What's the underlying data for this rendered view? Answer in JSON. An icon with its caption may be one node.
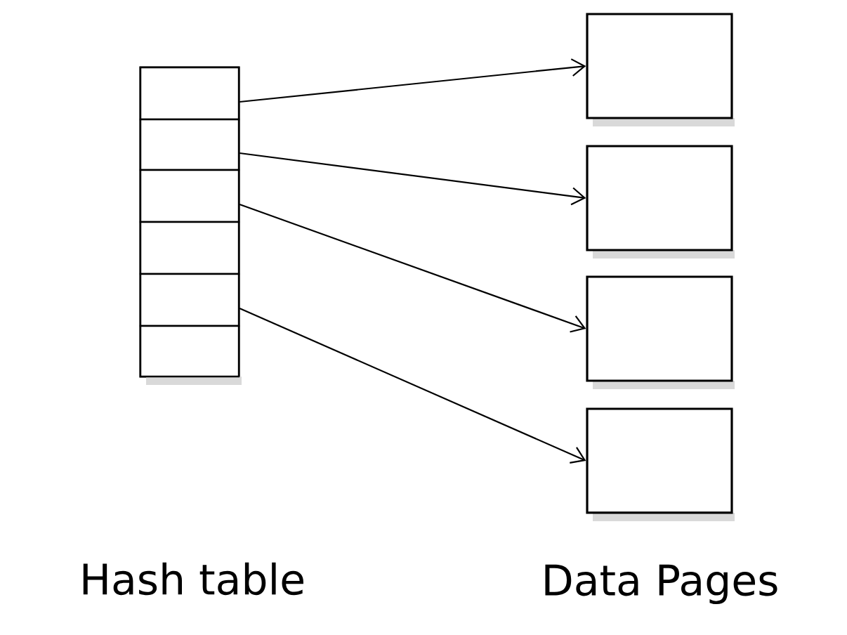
{
  "diagram": {
    "nodes": [
      {
        "text": [
          "Hash table"
        ]
      },
      {
        "text": [],
        "shape": "box",
        "in": 0
      },
      {
        "text": [],
        "shape": "box",
        "in": 0
      },
      {
        "text": [],
        "shape": "box",
        "in": 0
      },
      {
        "text": [],
        "shape": "box",
        "in": 0
      },
      {
        "text": [],
        "shape": "box",
        "in": 0
      },
      {
        "text": [],
        "shape": "box",
        "in": 0
      },
      {
        "text": [],
        "shape": "box"
      },
      {
        "text": [],
        "shape": "box"
      },
      {
        "text": [],
        "shape": "box"
      },
      {
        "text": [],
        "shape": "box"
      }
    ],
    "edges": [
      {
        "from": 1,
        "to": 7,
        "arrow": "to"
      },
      {
        "from": 2,
        "to": 8,
        "arrow": "to"
      },
      {
        "from": 3,
        "to": 9,
        "arrow": "to"
      },
      {
        "from": 5,
        "to": 10,
        "arrow": "to"
      }
    ],
    "labels": [
      "Data Pages"
    ]
  }
}
